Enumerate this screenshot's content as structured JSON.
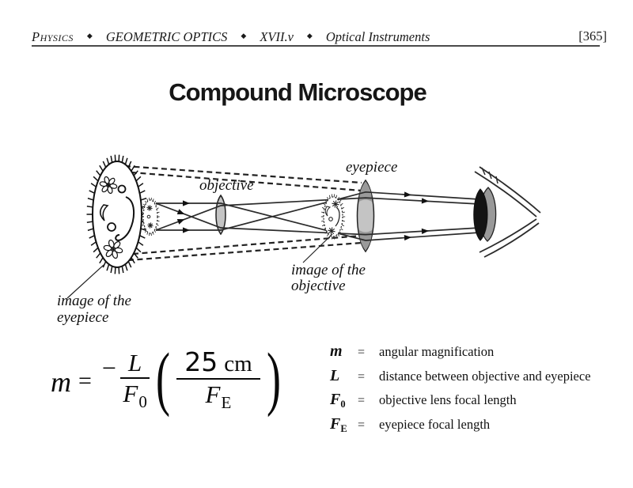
{
  "header": {
    "subject": "Physics",
    "bullet": "◆",
    "unit": "GEOMETRIC OPTICS",
    "section": "XVII.v",
    "topic": "Optical Instruments",
    "page": "[365]"
  },
  "title": "Compound Microscope",
  "diagram": {
    "labels": {
      "objective": "objective",
      "eyepiece": "eyepiece",
      "image_of_objective_line1": "image of the",
      "image_of_objective_line2": "objective",
      "image_of_eyepiece_line1": "image of the",
      "image_of_eyepiece_line2": "eyepiece"
    },
    "colors": {
      "lens_fill": "#c4c4c4",
      "lens_tip": "#9a9a9a",
      "eye_iris": "#999999",
      "eye_pupil": "#141414",
      "ink": "#111111"
    }
  },
  "formula": {
    "lhs": "m",
    "equals": "=",
    "minus": "−",
    "open_paren": "(",
    "close_paren": ")",
    "frac1": {
      "numerator": "L",
      "den_base": "F",
      "den_sub": "0"
    },
    "frac2": {
      "num_value": "25",
      "num_unit": "cm",
      "den_base": "F",
      "den_sub": "E"
    }
  },
  "legend": {
    "rows": [
      {
        "symbol": "m",
        "sub": "",
        "eq": "=",
        "description": "angular magnification"
      },
      {
        "symbol": "L",
        "sub": "",
        "eq": "=",
        "description": "distance between objective and eyepiece"
      },
      {
        "symbol": "F",
        "sub": "0",
        "eq": "=",
        "description": "objective lens focal length"
      },
      {
        "symbol": "F",
        "sub": "E",
        "eq": "=",
        "description": "eyepiece focal length"
      }
    ]
  }
}
